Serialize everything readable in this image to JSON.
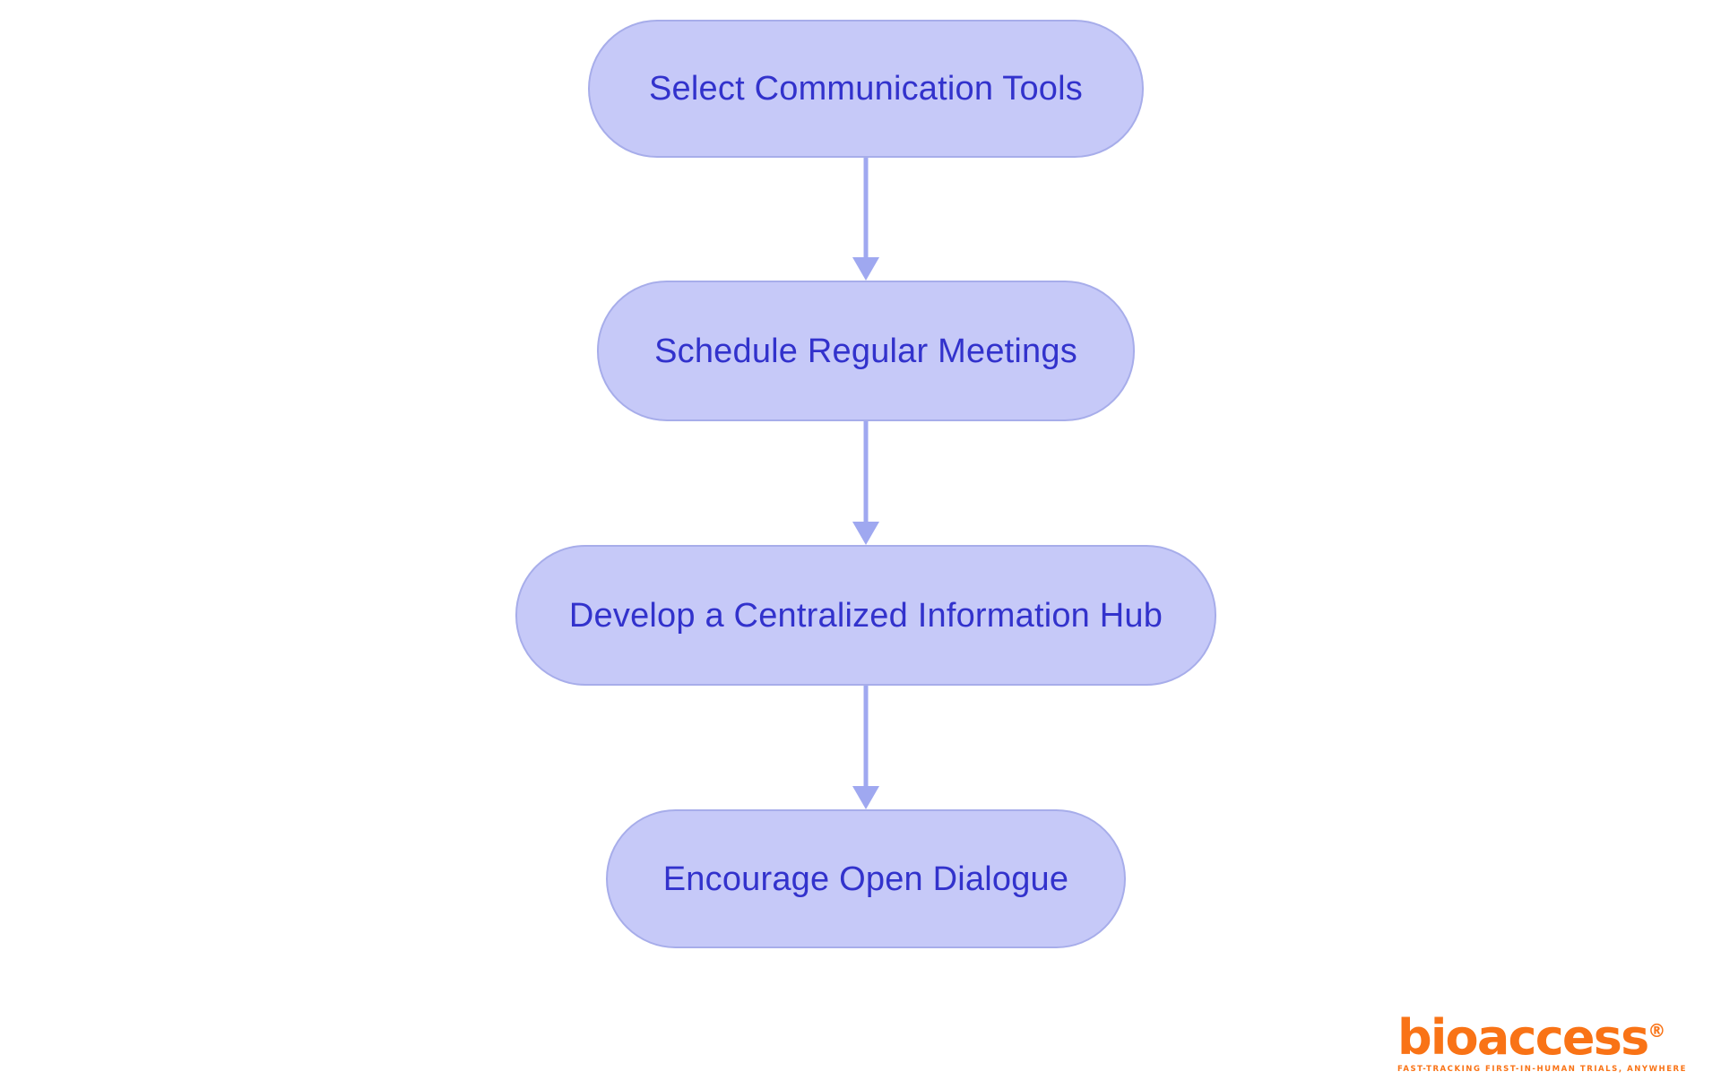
{
  "chart_data": {
    "type": "diagram",
    "diagram_type": "flowchart",
    "title": "",
    "orientation": "vertical",
    "nodes": [
      {
        "id": "n1",
        "label": "Select Communication Tools",
        "shape": "stadium",
        "order": 1
      },
      {
        "id": "n2",
        "label": "Schedule Regular Meetings",
        "shape": "stadium",
        "order": 2
      },
      {
        "id": "n3",
        "label": "Develop a Centralized Information Hub",
        "shape": "stadium",
        "order": 3
      },
      {
        "id": "n4",
        "label": "Encourage Open Dialogue",
        "shape": "stadium",
        "order": 4
      }
    ],
    "edges": [
      {
        "from": "n1",
        "to": "n2",
        "label": "",
        "arrow": "single"
      },
      {
        "from": "n2",
        "to": "n3",
        "label": "",
        "arrow": "single"
      },
      {
        "from": "n3",
        "to": "n4",
        "label": "",
        "arrow": "single"
      }
    ],
    "colors": {
      "background": "#ffffff",
      "node_fill": "#c6c9f8",
      "node_border": "#a7adea",
      "node_text": "#3232cc",
      "edge": "#9fa8f0",
      "brand": "#f97316"
    }
  },
  "flow": {
    "nodes": [
      {
        "label": "Select Communication Tools"
      },
      {
        "label": "Schedule Regular Meetings"
      },
      {
        "label": "Develop a Centralized Information Hub"
      },
      {
        "label": "Encourage Open Dialogue"
      }
    ]
  },
  "brand": {
    "name": "bioaccess",
    "registered_mark": "®",
    "tagline": "FAST-TRACKING FIRST-IN-HUMAN TRIALS, ANYWHERE"
  }
}
